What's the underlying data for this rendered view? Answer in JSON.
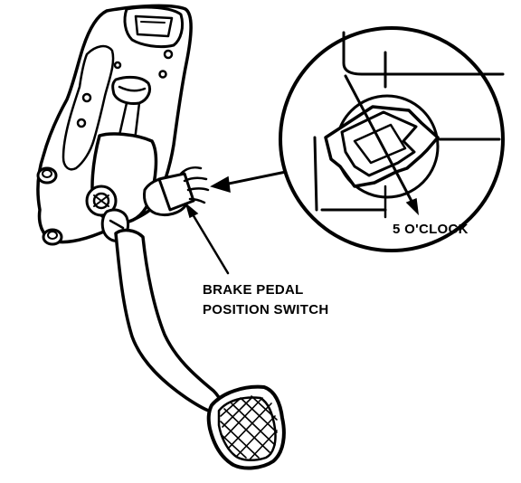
{
  "callouts": {
    "switch_label_line1": "BRAKE PEDAL",
    "switch_label_line2": "POSITION SWITCH",
    "detail_label": "5 O'CLOCK"
  },
  "colors": {
    "ink": "#000000",
    "paper": "#ffffff"
  },
  "icons": [
    "brake-pedal-assembly",
    "position-switch-detail",
    "callout-arrow"
  ]
}
